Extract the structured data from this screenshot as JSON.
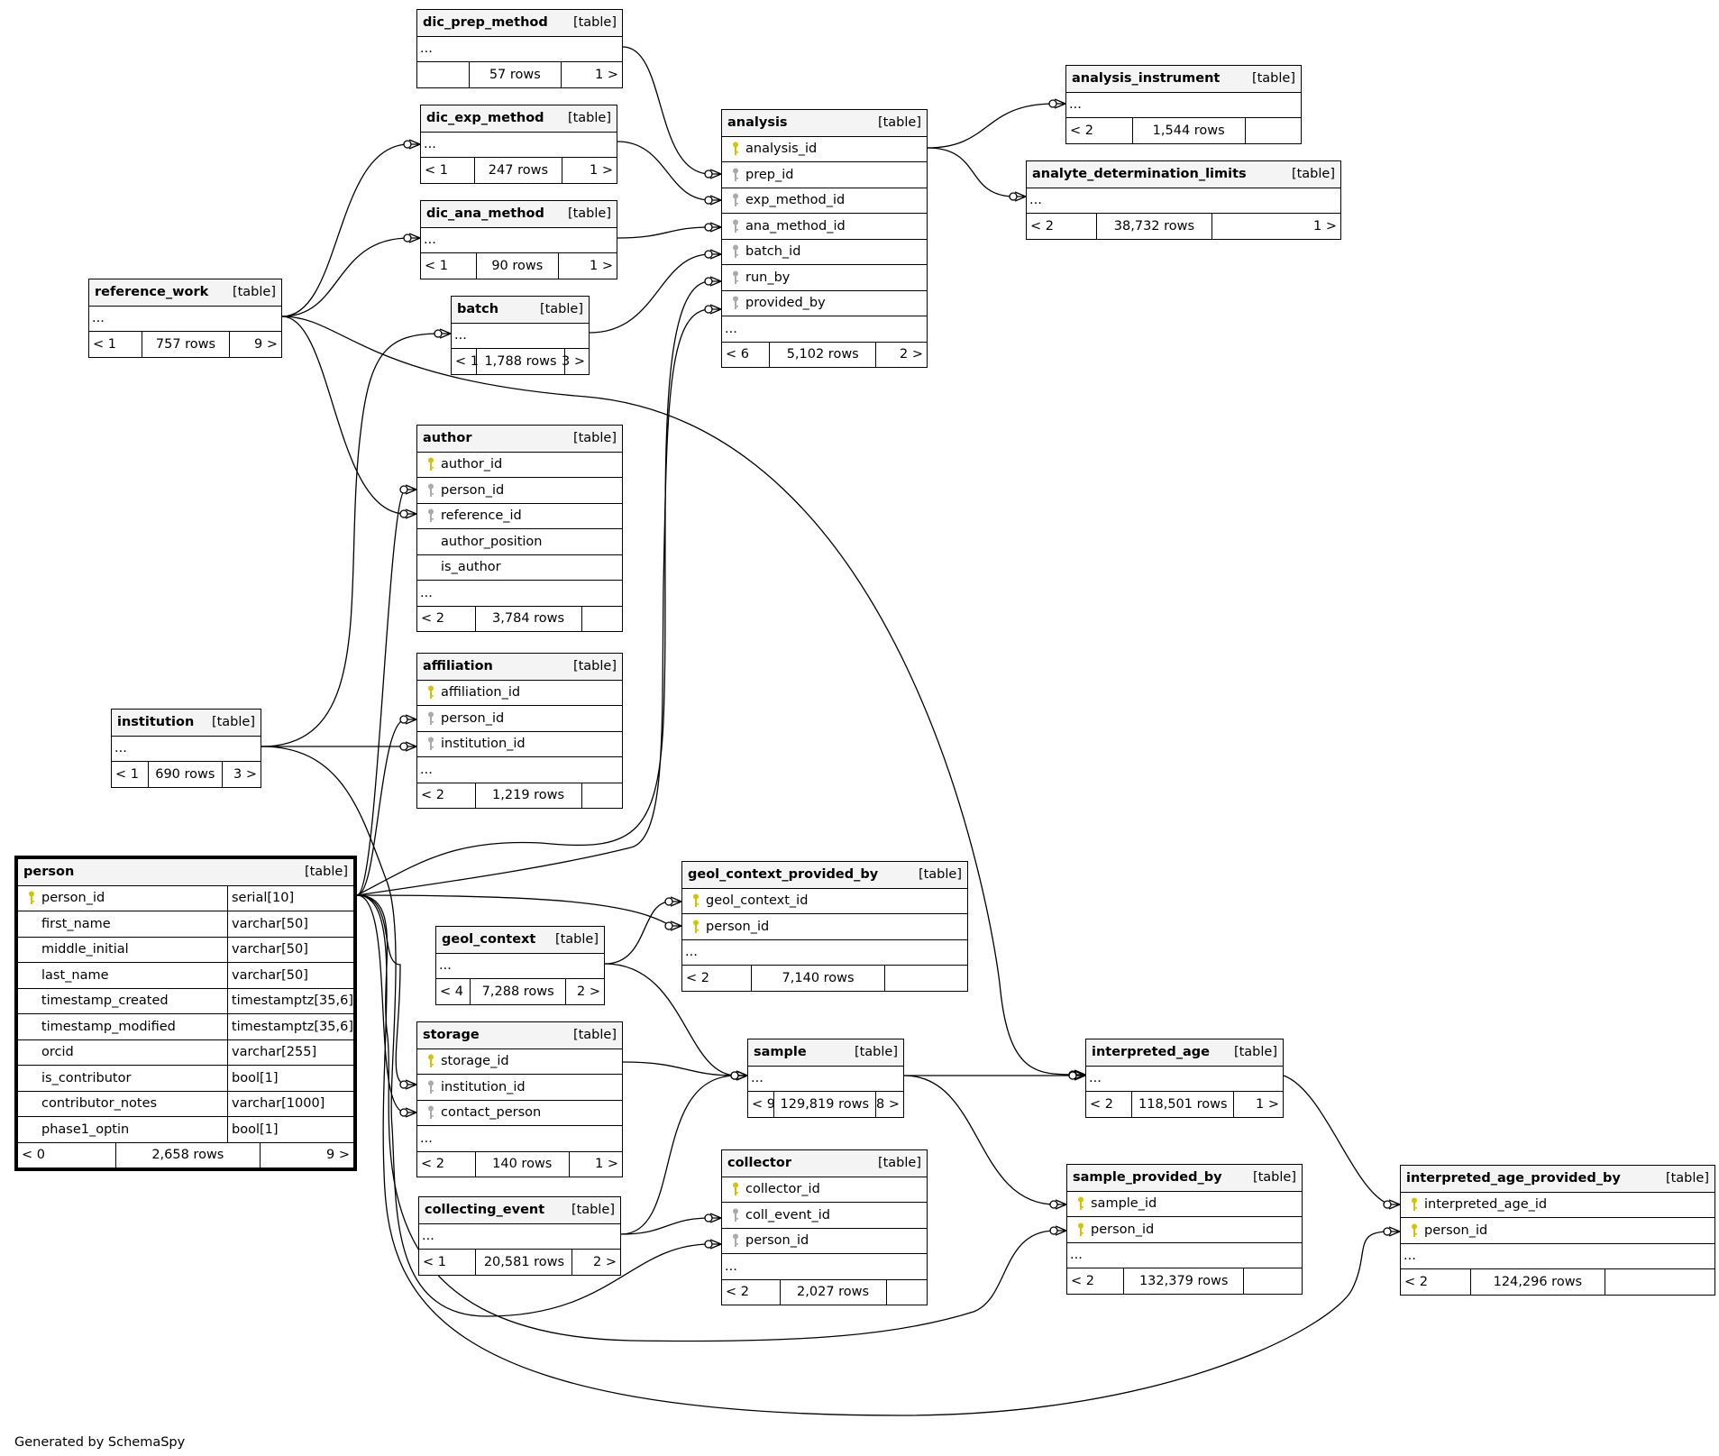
{
  "diagram": {
    "table_tag": "[table]",
    "more_marker": "...",
    "footer": "Generated by SchemaSpy",
    "tables": [
      {
        "id": "dic_prep_method",
        "name": "dic_prep_method",
        "columns": [],
        "parents": "",
        "rows": "57 rows",
        "children": "1 >"
      },
      {
        "id": "dic_exp_method",
        "name": "dic_exp_method",
        "columns": [],
        "parents": "< 1",
        "rows": "247 rows",
        "children": "1 >"
      },
      {
        "id": "dic_ana_method",
        "name": "dic_ana_method",
        "columns": [],
        "parents": "< 1",
        "rows": "90 rows",
        "children": "1 >"
      },
      {
        "id": "reference_work",
        "name": "reference_work",
        "columns": [],
        "parents": "< 1",
        "rows": "757 rows",
        "children": "9 >"
      },
      {
        "id": "batch",
        "name": "batch",
        "columns": [],
        "parents": "< 1",
        "rows": "1,788 rows",
        "children": "3 >"
      },
      {
        "id": "analysis",
        "name": "analysis",
        "columns": [
          {
            "name": "analysis_id",
            "key": "pk"
          },
          {
            "name": "prep_id",
            "key": "fk"
          },
          {
            "name": "exp_method_id",
            "key": "fk"
          },
          {
            "name": "ana_method_id",
            "key": "fk"
          },
          {
            "name": "batch_id",
            "key": "fk"
          },
          {
            "name": "run_by",
            "key": "fk"
          },
          {
            "name": "provided_by",
            "key": "fk"
          }
        ],
        "parents": "< 6",
        "rows": "5,102 rows",
        "children": "2 >"
      },
      {
        "id": "analysis_instrument",
        "name": "analysis_instrument",
        "columns": [],
        "parents": "< 2",
        "rows": "1,544 rows",
        "children": ""
      },
      {
        "id": "analyte_determination_limits",
        "name": "analyte_determination_limits",
        "columns": [],
        "parents": "< 2",
        "rows": "38,732 rows",
        "children": "1 >"
      },
      {
        "id": "author",
        "name": "author",
        "columns": [
          {
            "name": "author_id",
            "key": "pk"
          },
          {
            "name": "person_id",
            "key": "fk"
          },
          {
            "name": "reference_id",
            "key": "fk"
          },
          {
            "name": "author_position",
            "key": ""
          },
          {
            "name": "is_author",
            "key": ""
          }
        ],
        "parents": "< 2",
        "rows": "3,784 rows",
        "children": ""
      },
      {
        "id": "affiliation",
        "name": "affiliation",
        "columns": [
          {
            "name": "affiliation_id",
            "key": "pk"
          },
          {
            "name": "person_id",
            "key": "fk"
          },
          {
            "name": "institution_id",
            "key": "fk"
          }
        ],
        "parents": "< 2",
        "rows": "1,219 rows",
        "children": ""
      },
      {
        "id": "institution",
        "name": "institution",
        "columns": [],
        "parents": "< 1",
        "rows": "690 rows",
        "children": "3 >"
      },
      {
        "id": "person",
        "name": "person",
        "focus": true,
        "columns": [
          {
            "name": "person_id",
            "key": "pk",
            "type": "serial[10]"
          },
          {
            "name": "first_name",
            "key": "",
            "type": "varchar[50]"
          },
          {
            "name": "middle_initial",
            "key": "",
            "type": "varchar[50]"
          },
          {
            "name": "last_name",
            "key": "",
            "type": "varchar[50]"
          },
          {
            "name": "timestamp_created",
            "key": "",
            "type": "timestamptz[35,6]"
          },
          {
            "name": "timestamp_modified",
            "key": "",
            "type": "timestamptz[35,6]"
          },
          {
            "name": "orcid",
            "key": "",
            "type": "varchar[255]"
          },
          {
            "name": "is_contributor",
            "key": "",
            "type": "bool[1]"
          },
          {
            "name": "contributor_notes",
            "key": "",
            "type": "varchar[1000]"
          },
          {
            "name": "phase1_optin",
            "key": "",
            "type": "bool[1]"
          }
        ],
        "parents": "< 0",
        "rows": "2,658 rows",
        "children": "9 >"
      },
      {
        "id": "geol_context_provided_by",
        "name": "geol_context_provided_by",
        "columns": [
          {
            "name": "geol_context_id",
            "key": "pk"
          },
          {
            "name": "person_id",
            "key": "pk"
          }
        ],
        "parents": "< 2",
        "rows": "7,140 rows",
        "children": ""
      },
      {
        "id": "geol_context",
        "name": "geol_context",
        "columns": [],
        "parents": "< 4",
        "rows": "7,288 rows",
        "children": "2 >"
      },
      {
        "id": "storage",
        "name": "storage",
        "columns": [
          {
            "name": "storage_id",
            "key": "pk"
          },
          {
            "name": "institution_id",
            "key": "fk"
          },
          {
            "name": "contact_person",
            "key": "fk"
          }
        ],
        "parents": "< 2",
        "rows": "140 rows",
        "children": "1 >"
      },
      {
        "id": "sample",
        "name": "sample",
        "columns": [],
        "parents": "< 9",
        "rows": "129,819 rows",
        "children": "8 >"
      },
      {
        "id": "interpreted_age",
        "name": "interpreted_age",
        "columns": [],
        "parents": "< 2",
        "rows": "118,501 rows",
        "children": "1 >"
      },
      {
        "id": "collecting_event",
        "name": "collecting_event",
        "columns": [],
        "parents": "< 1",
        "rows": "20,581 rows",
        "children": "2 >"
      },
      {
        "id": "collector",
        "name": "collector",
        "columns": [
          {
            "name": "collector_id",
            "key": "pk"
          },
          {
            "name": "coll_event_id",
            "key": "fk"
          },
          {
            "name": "person_id",
            "key": "fk"
          }
        ],
        "parents": "< 2",
        "rows": "2,027 rows",
        "children": ""
      },
      {
        "id": "sample_provided_by",
        "name": "sample_provided_by",
        "columns": [
          {
            "name": "sample_id",
            "key": "pk"
          },
          {
            "name": "person_id",
            "key": "pk"
          }
        ],
        "parents": "< 2",
        "rows": "132,379 rows",
        "children": ""
      },
      {
        "id": "interpreted_age_provided_by",
        "name": "interpreted_age_provided_by",
        "columns": [
          {
            "name": "interpreted_age_id",
            "key": "pk"
          },
          {
            "name": "person_id",
            "key": "pk"
          }
        ],
        "parents": "< 2",
        "rows": "124,296 rows",
        "children": ""
      }
    ]
  }
}
